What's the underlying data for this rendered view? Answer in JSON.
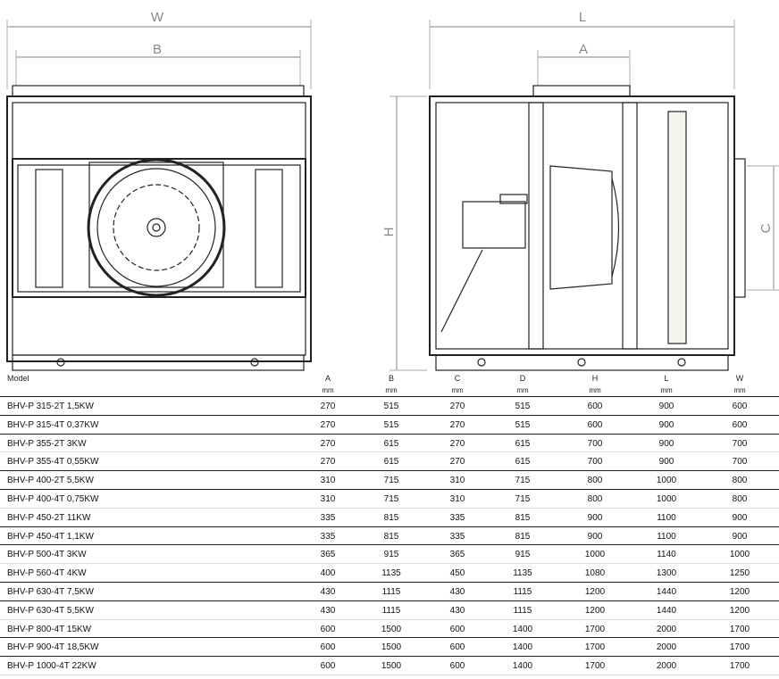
{
  "drawing": {
    "front_labels": {
      "w": "W",
      "b": "B"
    },
    "side_labels": {
      "l": "L",
      "a": "A",
      "h": "H",
      "c": "C"
    }
  },
  "table": {
    "model_header": "Model",
    "columns": [
      {
        "label": "A",
        "unit": "mm"
      },
      {
        "label": "B",
        "unit": "mm"
      },
      {
        "label": "C",
        "unit": "mm"
      },
      {
        "label": "D",
        "unit": "mm"
      },
      {
        "label": "H",
        "unit": "mm"
      },
      {
        "label": "L",
        "unit": "mm"
      },
      {
        "label": "W",
        "unit": "mm"
      }
    ],
    "rows": [
      {
        "model": "BHV-P 315-2T 1,5KW",
        "v": [
          "270",
          "515",
          "270",
          "515",
          "600",
          "900",
          "600"
        ]
      },
      {
        "model": "BHV-P 315-4T 0,37KW",
        "v": [
          "270",
          "515",
          "270",
          "515",
          "600",
          "900",
          "600"
        ]
      },
      {
        "model": "BHV-P 355-2T 3KW",
        "v": [
          "270",
          "615",
          "270",
          "615",
          "700",
          "900",
          "700"
        ]
      },
      {
        "model": "BHV-P 355-4T 0,55KW",
        "v": [
          "270",
          "615",
          "270",
          "615",
          "700",
          "900",
          "700"
        ]
      },
      {
        "model": "BHV-P 400-2T 5,5KW",
        "v": [
          "310",
          "715",
          "310",
          "715",
          "800",
          "1000",
          "800"
        ]
      },
      {
        "model": "BHV-P 400-4T 0,75KW",
        "v": [
          "310",
          "715",
          "310",
          "715",
          "800",
          "1000",
          "800"
        ]
      },
      {
        "model": "BHV-P 450-2T 11KW",
        "v": [
          "335",
          "815",
          "335",
          "815",
          "900",
          "1100",
          "900"
        ]
      },
      {
        "model": "BHV-P 450-4T 1,1KW",
        "v": [
          "335",
          "815",
          "335",
          "815",
          "900",
          "1100",
          "900"
        ]
      },
      {
        "model": "BHV-P 500-4T 3KW",
        "v": [
          "365",
          "915",
          "365",
          "915",
          "1000",
          "1140",
          "1000"
        ]
      },
      {
        "model": "BHV-P 560-4T 4KW",
        "v": [
          "400",
          "1135",
          "450",
          "1135",
          "1080",
          "1300",
          "1250"
        ]
      },
      {
        "model": "BHV-P 630-4T 7,5KW",
        "v": [
          "430",
          "1115",
          "430",
          "1115",
          "1200",
          "1440",
          "1200"
        ]
      },
      {
        "model": "BHV-P 630-4T 5,5KW",
        "v": [
          "430",
          "1115",
          "430",
          "1115",
          "1200",
          "1440",
          "1200"
        ]
      },
      {
        "model": "BHV-P 800-4T 15KW",
        "v": [
          "600",
          "1500",
          "600",
          "1400",
          "1700",
          "2000",
          "1700"
        ]
      },
      {
        "model": "BHV-P 900-4T 18,5KW",
        "v": [
          "600",
          "1500",
          "600",
          "1400",
          "1700",
          "2000",
          "1700"
        ]
      },
      {
        "model": "BHV-P 1000-4T 22KW",
        "v": [
          "600",
          "1500",
          "600",
          "1400",
          "1700",
          "2000",
          "1700"
        ]
      }
    ]
  }
}
